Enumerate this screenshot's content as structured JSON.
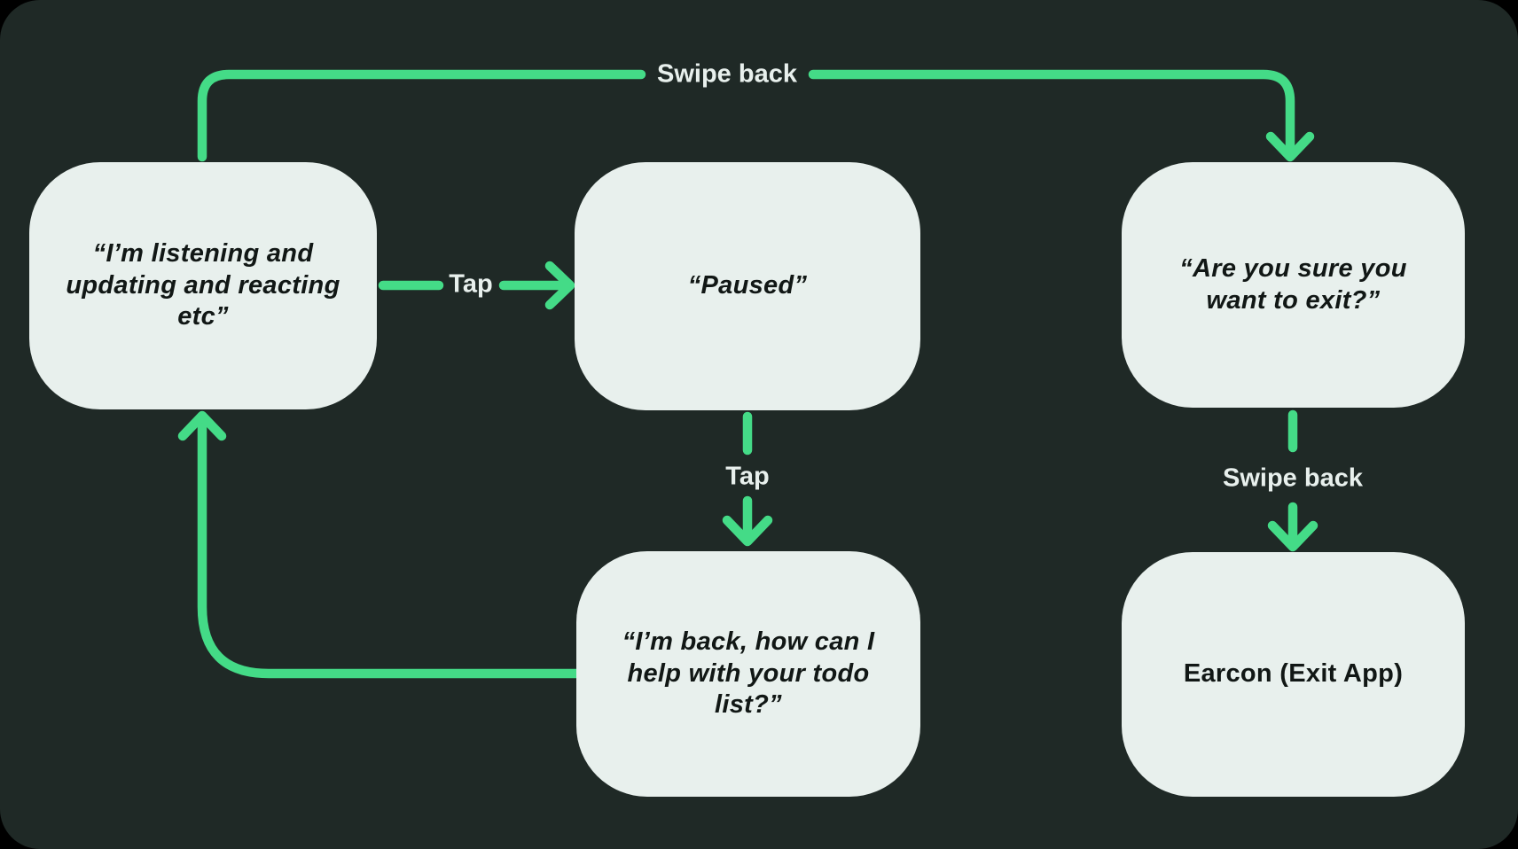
{
  "theme": {
    "page_background": "#000000",
    "canvas_background": "#1f2926",
    "node_fill": "#e8f0ed",
    "arrow_color": "#44db87",
    "label_color": "#e8f0ed",
    "node_text_color": "#111715"
  },
  "nodes": [
    {
      "id": "listening",
      "label": "“I’m listening and updating and reacting etc”"
    },
    {
      "id": "paused",
      "label": "“Paused”"
    },
    {
      "id": "confirm_exit",
      "label": "“Are you sure you want to exit?”"
    },
    {
      "id": "back",
      "label": "“I’m back, how can I help with your todo list?”"
    },
    {
      "id": "earcon",
      "label": "Earcon (Exit App)"
    }
  ],
  "edges": [
    {
      "from": "listening",
      "to": "confirm_exit",
      "gesture": "Swipe back"
    },
    {
      "from": "listening",
      "to": "paused",
      "gesture": "Tap"
    },
    {
      "from": "paused",
      "to": "back",
      "gesture": "Tap"
    },
    {
      "from": "confirm_exit",
      "to": "earcon",
      "gesture": "Swipe back"
    },
    {
      "from": "back",
      "to": "listening",
      "gesture": ""
    }
  ]
}
